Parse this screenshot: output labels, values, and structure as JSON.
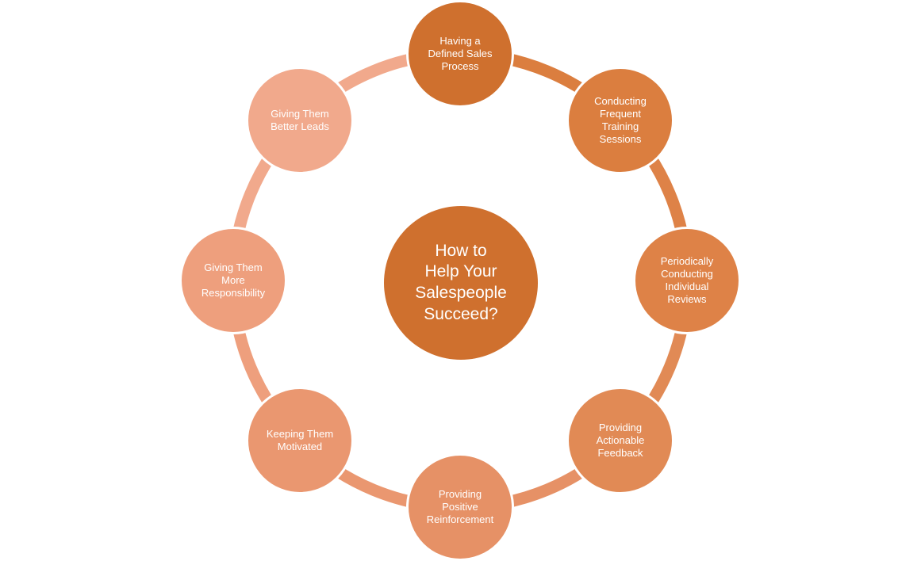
{
  "diagram": {
    "type": "cycle",
    "background_color": "#FFFFFF",
    "text_color": "#FFFFFF",
    "center": {
      "label": "How to\nHelp Your\nSalespeople\nSucceed?",
      "color": "#CF702E"
    },
    "items": [
      {
        "position": "top",
        "label": "Having a\nDefined Sales\nProcess",
        "color": "#CF702E"
      },
      {
        "position": "top-right",
        "label": "Conducting\nFrequent\nTraining\nSessions",
        "color": "#DB7E3F"
      },
      {
        "position": "right",
        "label": "Periodically\nConducting\nIndividual\nReviews",
        "color": "#DE8247"
      },
      {
        "position": "bottom-right",
        "label": "Providing\nActionable\nFeedback",
        "color": "#E18A55"
      },
      {
        "position": "bottom",
        "label": "Providing\nPositive\nReinforcement",
        "color": "#E69166"
      },
      {
        "position": "bottom-left",
        "label": "Keeping Them\nMotivated",
        "color": "#EA9770"
      },
      {
        "position": "left",
        "label": "Giving Them\nMore\nResponsibility",
        "color": "#EE9F7D"
      },
      {
        "position": "top-left",
        "label": "Giving Them\nBetter Leads",
        "color": "#F1A98C"
      }
    ],
    "ring_segments": [
      {
        "from": "top",
        "to": "top-right",
        "color": "#DB7E3F"
      },
      {
        "from": "top-right",
        "to": "right",
        "color": "#DE8247"
      },
      {
        "from": "right",
        "to": "bottom-right",
        "color": "#E18A55"
      },
      {
        "from": "bottom-right",
        "to": "bottom",
        "color": "#E69166"
      },
      {
        "from": "bottom",
        "to": "bottom-left",
        "color": "#EA9770"
      },
      {
        "from": "bottom-left",
        "to": "left",
        "color": "#EE9F7D"
      },
      {
        "from": "left",
        "to": "top-left",
        "color": "#F1A98C"
      },
      {
        "from": "top-left",
        "to": "top",
        "color": "#F1A98C"
      }
    ]
  }
}
